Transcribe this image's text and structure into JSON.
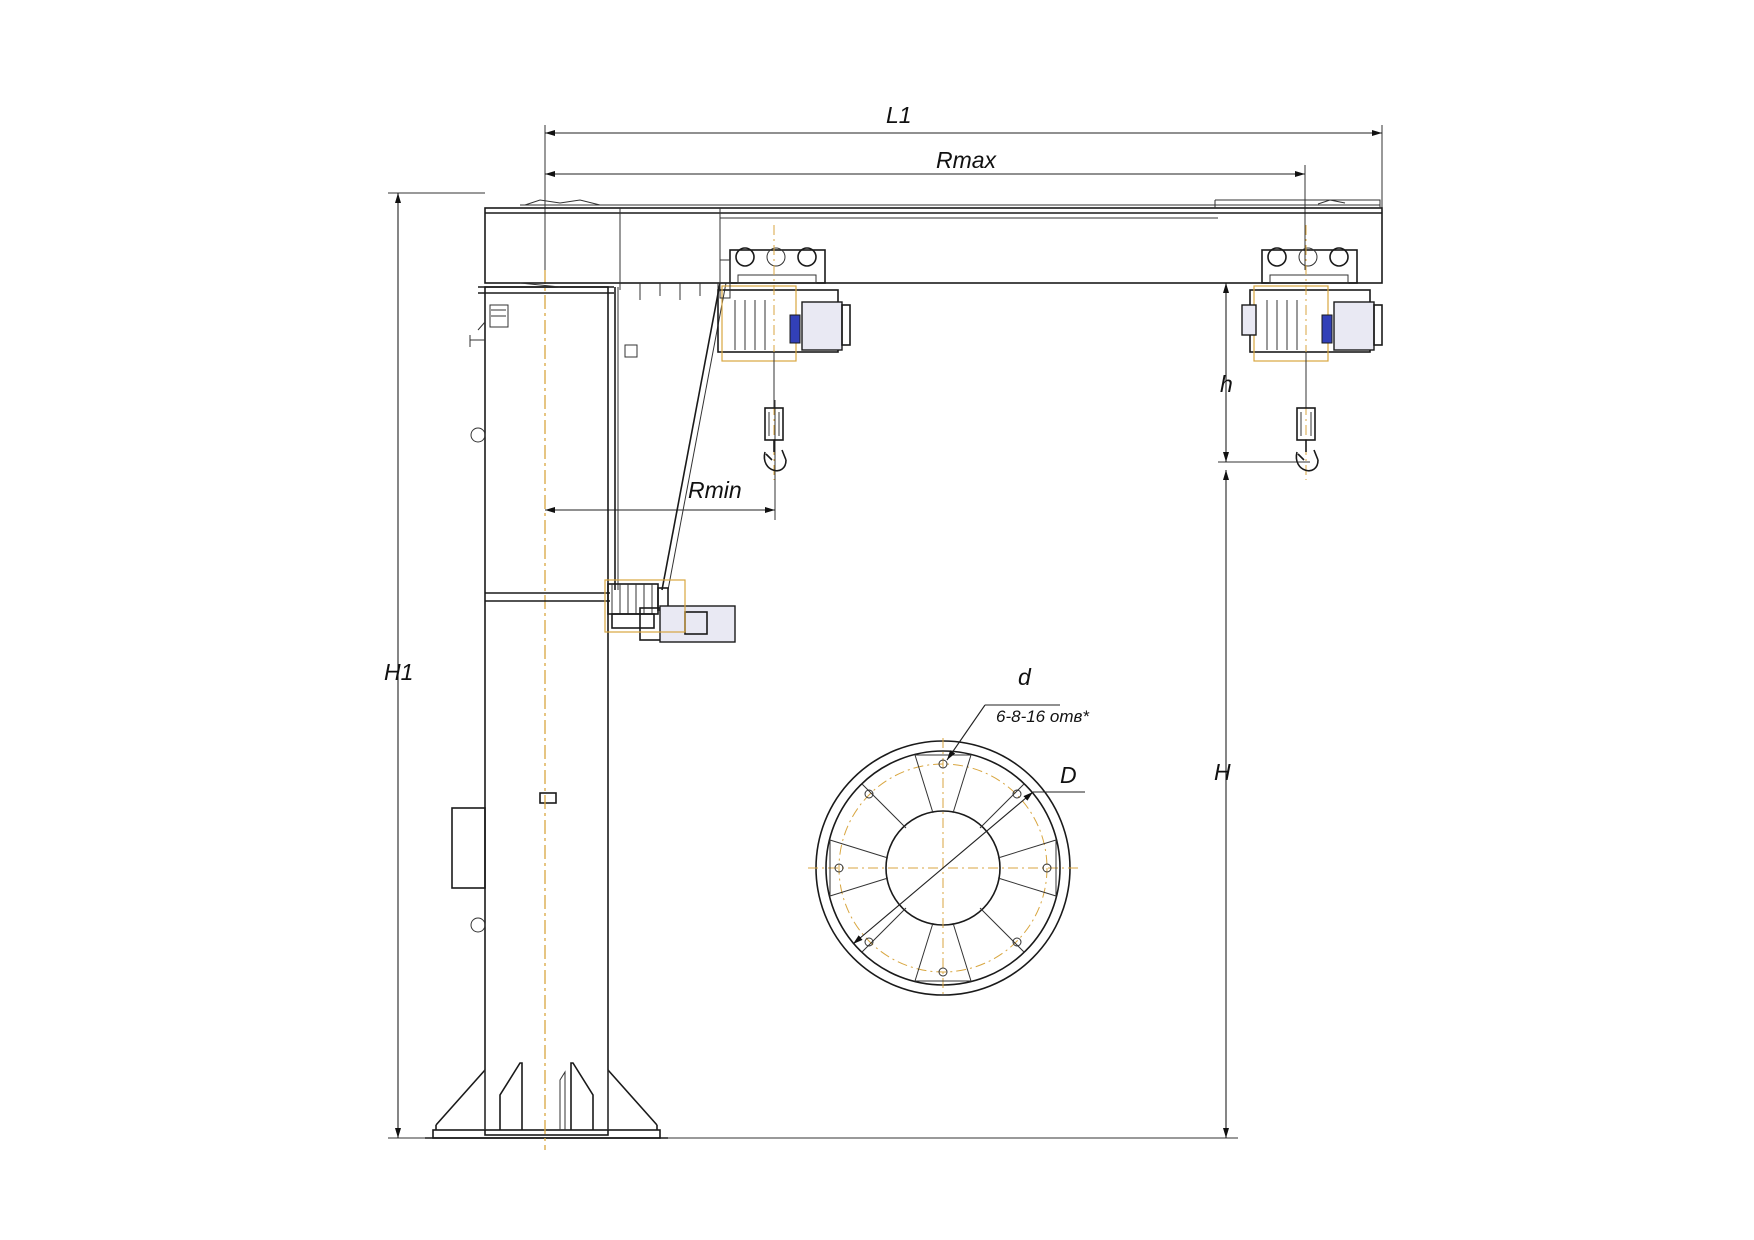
{
  "diagram": {
    "dimensions": {
      "L1": "L1",
      "Rmax": "Rmax",
      "Rmin": "Rmin",
      "H1": "H1",
      "H": "H",
      "h": "h",
      "d": "d",
      "D": "D"
    },
    "holes_note": "6-8-16 отв*",
    "colors": {
      "line": "#1a1a1a",
      "axis": "#d8a640",
      "motor_accent": "#3240b8"
    }
  }
}
